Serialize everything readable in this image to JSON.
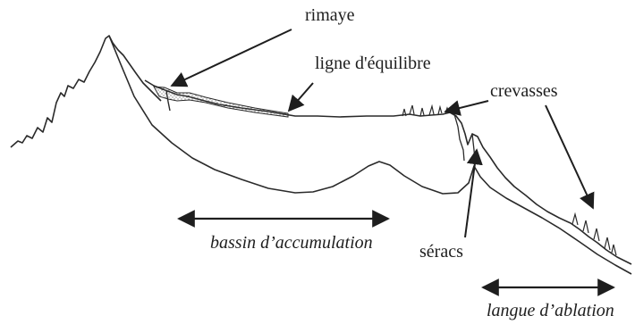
{
  "labels": {
    "rimaye": "rimaye",
    "ligne": "ligne d'équilibre",
    "crevasses": "crevasses",
    "seracs": "séracs",
    "bassin": "bassin d’accumulation",
    "langue": "langue d’ablation"
  },
  "colors": {
    "ink": "#1e1e1e",
    "line": "#2a2a2a"
  }
}
